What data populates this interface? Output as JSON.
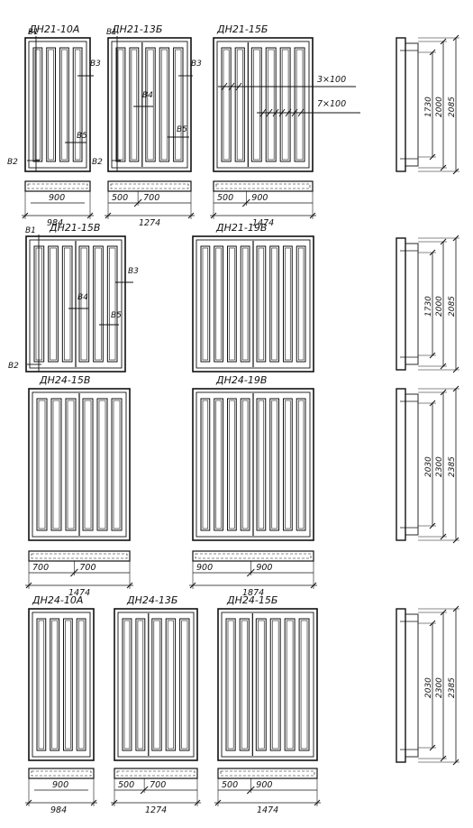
{
  "doors": [
    {
      "id": "dn21-10a",
      "title": "ДН21-10А",
      "panels": [
        4
      ],
      "plan_parts": [
        "900"
      ],
      "plan_total": "984",
      "marks": [
        "В1",
        "В2",
        "В3",
        "В5"
      ]
    },
    {
      "id": "dn21-13b",
      "title": "ДН21-13Б",
      "panels": [
        2,
        3
      ],
      "plan_parts": [
        "500",
        "700"
      ],
      "plan_total": "1274",
      "marks": [
        "В1",
        "В2",
        "В3",
        "В4",
        "В5"
      ]
    },
    {
      "id": "dn21-15b",
      "title": "ДН21-15Б",
      "panels": [
        2,
        4
      ],
      "plan_parts": [
        "500",
        "900"
      ],
      "plan_total": "1474",
      "notes": [
        "3×100",
        "7×100"
      ]
    },
    {
      "id": "dn21-15v",
      "title": "ДН21-15В",
      "panels": [
        3,
        3
      ],
      "marks": [
        "В1",
        "В2",
        "В3",
        "В4",
        "В5"
      ]
    },
    {
      "id": "dn21-19v",
      "title": "ДН21-19В",
      "panels": [
        4,
        4
      ]
    },
    {
      "id": "dn24-15v",
      "title": "ДН24-15В",
      "panels": [
        3,
        3
      ],
      "plan_parts": [
        "700",
        "700"
      ],
      "plan_total": "1474"
    },
    {
      "id": "dn24-19v",
      "title": "ДН24-19В",
      "panels": [
        4,
        4
      ],
      "plan_parts": [
        "900",
        "900"
      ],
      "plan_total": "1874"
    },
    {
      "id": "dn24-10a",
      "title": "ДН24-10А",
      "panels": [
        4
      ],
      "plan_parts": [
        "900"
      ],
      "plan_total": "984"
    },
    {
      "id": "dn24-13b",
      "title": "ДН24-13Б",
      "panels": [
        2,
        3
      ],
      "plan_parts": [
        "500",
        "700"
      ],
      "plan_total": "1274"
    },
    {
      "id": "dn24-15b",
      "title": "ДН24-15Б",
      "panels": [
        2,
        4
      ],
      "plan_parts": [
        "500",
        "900"
      ],
      "plan_total": "1474"
    }
  ],
  "sections": [
    {
      "id": "sec-21a",
      "dims": [
        "1730",
        "2000",
        "2085"
      ]
    },
    {
      "id": "sec-21b",
      "dims": [
        "1730",
        "2000",
        "2085"
      ]
    },
    {
      "id": "sec-24a",
      "dims": [
        "2030",
        "2300",
        "2385"
      ]
    },
    {
      "id": "sec-24b",
      "dims": [
        "2030",
        "2300",
        "2385"
      ]
    }
  ]
}
